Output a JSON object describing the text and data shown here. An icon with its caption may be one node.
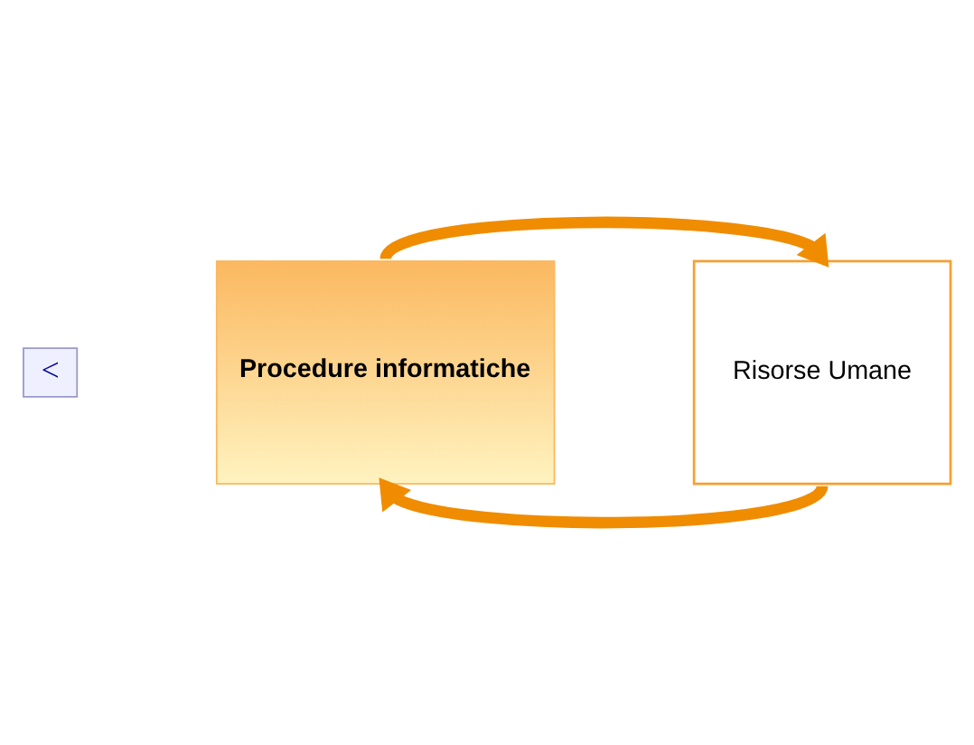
{
  "diagram": {
    "nodes": [
      {
        "text": [
          "<"
        ]
      },
      {
        "text": [
          "Procedure informatiche"
        ]
      },
      {
        "text": [
          "Risorse Umane"
        ]
      }
    ],
    "edges": [
      {
        "from": 1,
        "to": 2,
        "arrow": "to"
      },
      {
        "from": 2,
        "to": 1,
        "arrow": "to"
      }
    ]
  }
}
